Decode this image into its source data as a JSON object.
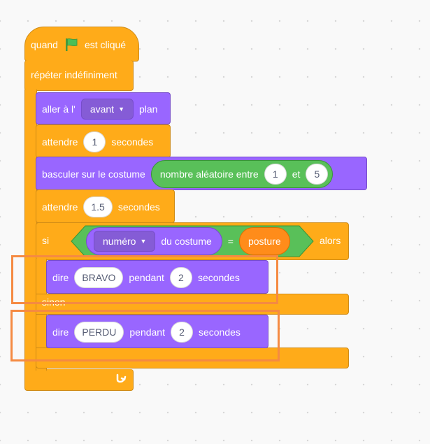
{
  "script": {
    "hat": {
      "label_start": "quand",
      "flag_icon": "green-flag-icon",
      "label_end": "est cliqué"
    },
    "forever": {
      "label": "répéter indéfiniment",
      "loop_icon": "loop-arrow-icon"
    },
    "goto_layer": {
      "label_start": "aller à l'",
      "dropdown": "avant",
      "label_end": "plan"
    },
    "wait1": {
      "label_start": "attendre",
      "value": "1",
      "label_end": "secondes"
    },
    "switch_costume": {
      "label": "basculer sur le costume",
      "random": {
        "label": "nombre aléatoire entre",
        "from": "1",
        "and": "et",
        "to": "5"
      }
    },
    "wait2": {
      "label_start": "attendre",
      "value": "1.5",
      "label_end": "secondes"
    },
    "if_else": {
      "if_label": "si",
      "then_label": "alors",
      "else_label": "sinon",
      "condition": {
        "dropdown": "numéro",
        "of_costume": "du costume",
        "equals": "=",
        "reporter": "posture"
      }
    },
    "say_if": {
      "label": "dire",
      "message": "BRAVO",
      "for": "pendant",
      "secs": "2",
      "unit": "secondes"
    },
    "say_else": {
      "label": "dire",
      "message": "PERDU",
      "for": "pendant",
      "secs": "2",
      "unit": "secondes"
    }
  },
  "colors": {
    "control": "#ffab19",
    "looks": "#9966ff",
    "operators": "#59c059",
    "sensing": "#5cb1d6",
    "highlight": "#f58a42"
  }
}
